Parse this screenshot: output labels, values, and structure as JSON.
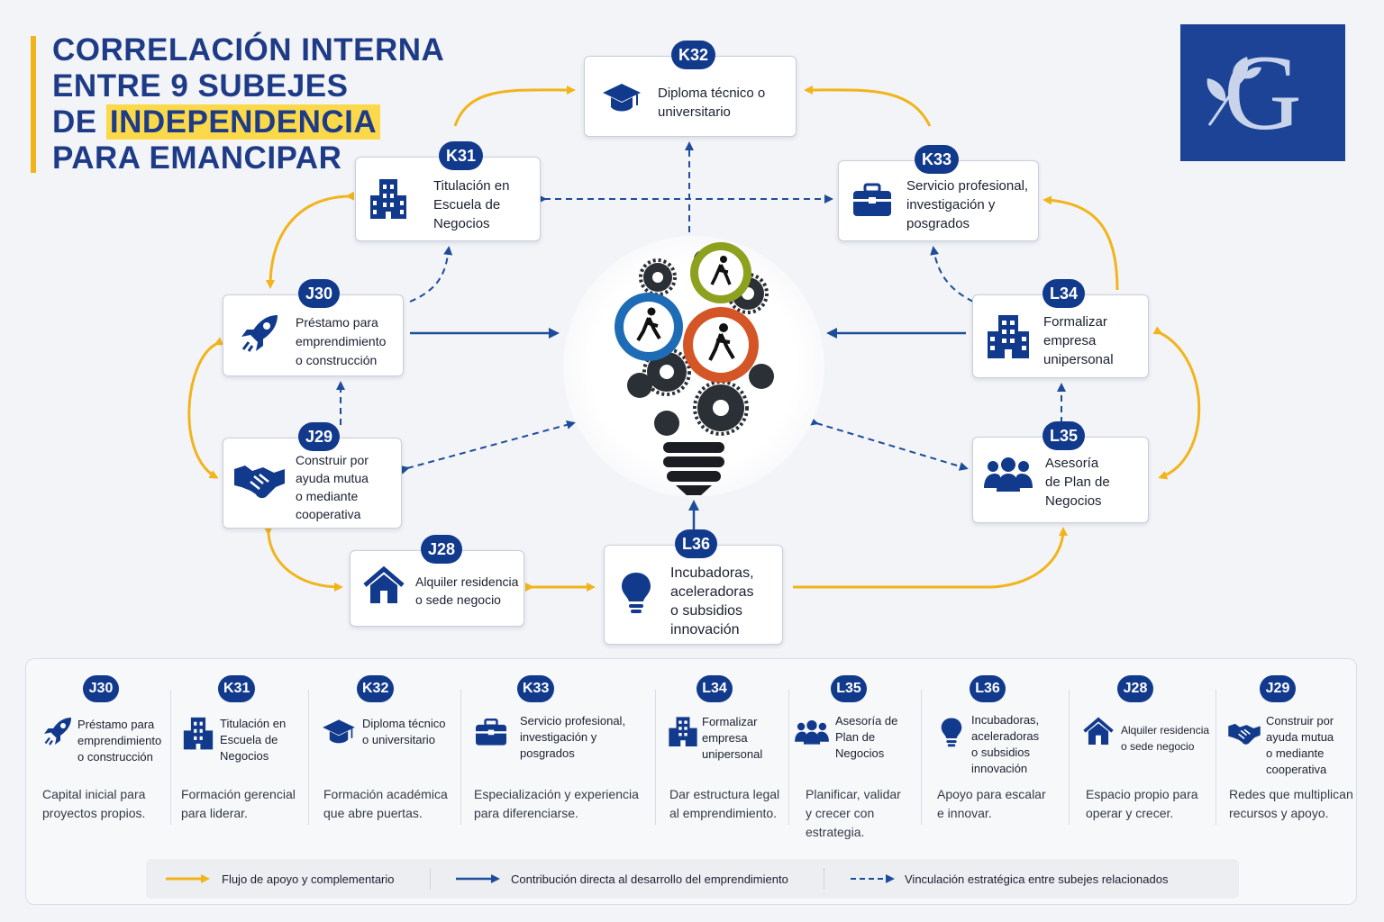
{
  "title": {
    "line1": "CORRELACIÓN INTERNA",
    "line2": "ENTRE 9 SUBEJES",
    "line3_prefix": "DE ",
    "line3_highlight": "INDEPENDENCIA",
    "line4": "PARA EMANCIPAR"
  },
  "logo": {
    "letter": "G"
  },
  "colors": {
    "navy": "#123a8c",
    "yellow": "#f2b41b",
    "highlight": "#fbd94a",
    "gear_green": "#8ea11f",
    "gear_blue": "#1f6cb6",
    "gear_orange": "#d45526"
  },
  "nodes": {
    "k32": {
      "code": "K32",
      "line1": "Diploma técnico o",
      "line2": "universitario",
      "icon": "graduation-cap-icon"
    },
    "k31": {
      "code": "K31",
      "line1": "Titulación en",
      "line2": "Escuela de",
      "line3": "Negocios",
      "icon": "building-icon"
    },
    "k33": {
      "code": "K33",
      "line1": "Servicio profesional,",
      "line2": "investigación y",
      "line3": "posgrados",
      "icon": "briefcase-icon"
    },
    "j30": {
      "code": "J30",
      "line1": "Préstamo para",
      "line2": "emprendimiento",
      "line3": "o construcción",
      "icon": "rocket-icon"
    },
    "l34": {
      "code": "L34",
      "line1": "Formalizar",
      "line2": "empresa",
      "line3": "unipersonal",
      "icon": "office-building-icon"
    },
    "j29": {
      "code": "J29",
      "line1": "Construir por",
      "line2": "ayuda mutua",
      "line3": "o mediante",
      "line4": "cooperativa",
      "icon": "handshake-icon"
    },
    "l35": {
      "code": "L35",
      "line1": "Asesoría",
      "line2": "de Plan de",
      "line3": "Negocios",
      "icon": "group-icon"
    },
    "j28": {
      "code": "J28",
      "line1": "Alquiler residencia",
      "line2": "o sede negocio",
      "icon": "house-icon"
    },
    "l36": {
      "code": "L36",
      "line1": "Incubadoras,",
      "line2": "aceleradoras",
      "line3": "o subsidios",
      "line4": "innovación",
      "icon": "lightbulb-icon"
    }
  },
  "columns": [
    {
      "code": "J30",
      "t1": "Préstamo para",
      "t2": "emprendimiento",
      "t3": "o construcción",
      "t4": "",
      "d1": "Capital inicial para",
      "d2": "proyectos propios.",
      "d3": "",
      "icon": "rocket-icon"
    },
    {
      "code": "K31",
      "t1": "Titulación en",
      "t2": "Escuela de",
      "t3": "Negocios",
      "t4": "",
      "d1": "Formación gerencial",
      "d2": "para liderar.",
      "d3": "",
      "icon": "building-icon"
    },
    {
      "code": "K32",
      "t1": "Diploma técnico",
      "t2": "o universitario",
      "t3": "",
      "t4": "",
      "d1": "Formación académica",
      "d2": "que abre puertas.",
      "d3": "",
      "icon": "graduation-cap-icon"
    },
    {
      "code": "K33",
      "t1": "Servicio profesional,",
      "t2": "investigación y",
      "t3": "posgrados",
      "t4": "",
      "d1": "Especialización y experiencia",
      "d2": "para diferenciarse.",
      "d3": "",
      "icon": "briefcase-icon"
    },
    {
      "code": "L34",
      "t1": "Formalizar",
      "t2": "empresa",
      "t3": "unipersonal",
      "t4": "",
      "d1": "Dar estructura legal",
      "d2": "al emprendimiento.",
      "d3": "",
      "icon": "office-building-icon"
    },
    {
      "code": "L35",
      "t1": "Asesoría de",
      "t2": "Plan de",
      "t3": "Negocios",
      "t4": "",
      "d1": "Planificar, validar",
      "d2": "y crecer con",
      "d3": "estrategia.",
      "icon": "group-icon"
    },
    {
      "code": "L36",
      "t1": "Incubadoras,",
      "t2": "aceleradoras",
      "t3": "o subsidios",
      "t4": "innovación",
      "d1": "Apoyo para escalar",
      "d2": "e innovar.",
      "d3": "",
      "icon": "lightbulb-icon"
    },
    {
      "code": "J28",
      "t1": "Alquiler residencia",
      "t2": "o sede negocio",
      "t3": "",
      "t4": "",
      "d1": "Espacio propio para",
      "d2": "operar y crecer.",
      "d3": "",
      "icon": "house-icon"
    },
    {
      "code": "J29",
      "t1": "Construir por",
      "t2": "ayuda mutua",
      "t3": "o mediante",
      "t4": "cooperativa",
      "d1": "Redes que multiplican",
      "d2": "recursos y apoyo.",
      "d3": "",
      "icon": "handshake-icon"
    }
  ],
  "legend": {
    "yellow": "Flujo de apoyo y complementario",
    "navy": "Contribución directa al desarrollo del emprendimiento",
    "dashed": "Vinculación estratégica entre subejes relacionados"
  }
}
